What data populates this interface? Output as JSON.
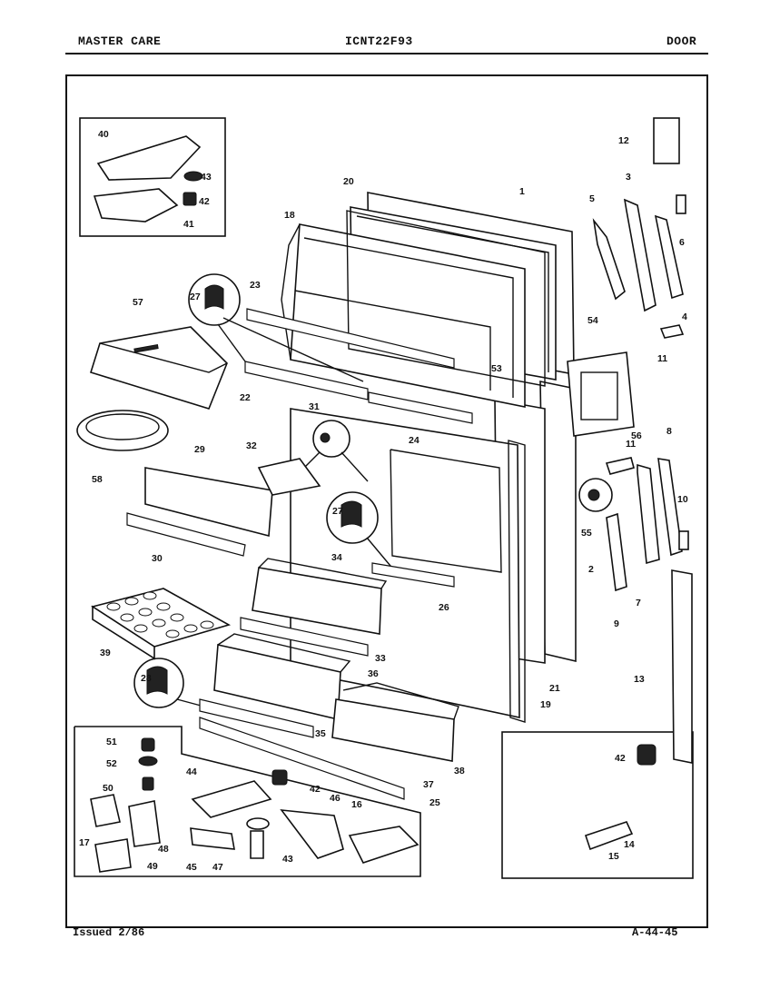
{
  "header": {
    "brand": "MASTER CARE",
    "model": "ICNT22F93",
    "section": "DOOR"
  },
  "footer": {
    "issued": "Issued 2/86",
    "page_ref": "A-44-45"
  },
  "callouts": [
    "1",
    "2",
    "3",
    "4",
    "5",
    "6",
    "7",
    "8",
    "9",
    "10",
    "11",
    "11",
    "12",
    "13",
    "14",
    "15",
    "16",
    "17",
    "18",
    "19",
    "20",
    "21",
    "22",
    "23",
    "24",
    "25",
    "26",
    "27",
    "27",
    "28",
    "29",
    "30",
    "31",
    "32",
    "33",
    "34",
    "35",
    "36",
    "37",
    "38",
    "39",
    "40",
    "41",
    "42",
    "42",
    "42",
    "43",
    "43",
    "44",
    "45",
    "46",
    "47",
    "48",
    "49",
    "50",
    "51",
    "52",
    "53",
    "54",
    "55",
    "56",
    "57",
    "58"
  ]
}
